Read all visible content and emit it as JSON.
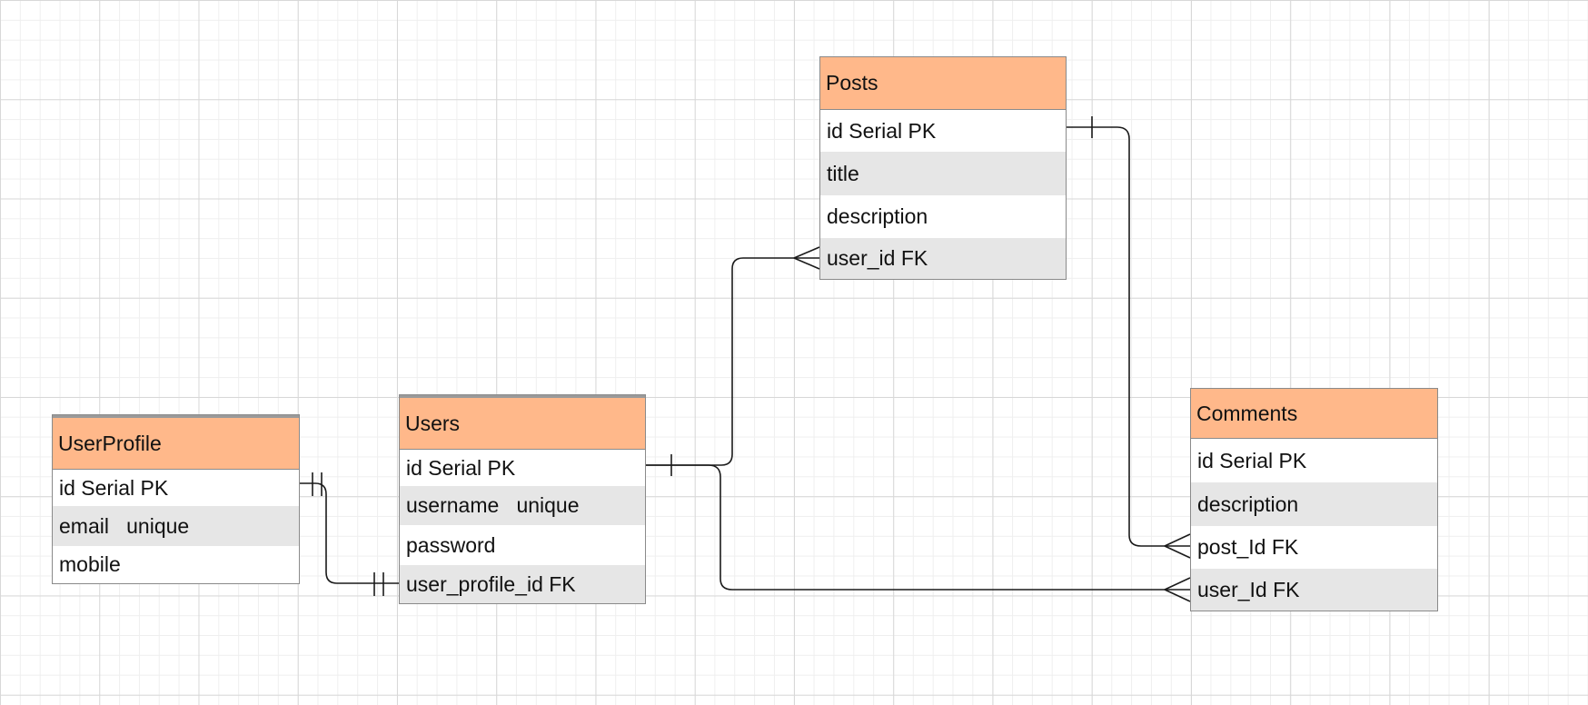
{
  "diagram": {
    "entities": {
      "posts": {
        "title": "Posts",
        "fields": [
          "id Serial PK",
          "title",
          "description",
          "user_id FK"
        ]
      },
      "users": {
        "title": "Users",
        "fields": [
          "id Serial PK",
          "username   unique",
          "password",
          "user_profile_id FK"
        ]
      },
      "user_profile": {
        "title": "UserProfile",
        "fields": [
          "id Serial PK",
          "email   unique",
          "mobile"
        ]
      },
      "comments": {
        "title": "Comments",
        "fields": [
          "id Serial PK",
          "description",
          "post_Id FK",
          "user_Id FK"
        ]
      }
    },
    "relationships": [
      {
        "from": "Users.id",
        "to": "Posts.user_id",
        "from_cardinality": "one",
        "to_cardinality": "many"
      },
      {
        "from": "Users.id",
        "to": "Comments.user_Id",
        "from_cardinality": "one",
        "to_cardinality": "many"
      },
      {
        "from": "Posts.id",
        "to": "Comments.post_Id",
        "from_cardinality": "one",
        "to_cardinality": "many"
      },
      {
        "from": "UserProfile.id",
        "to": "Users.user_profile_id",
        "from_cardinality": "one-and-only-one",
        "to_cardinality": "one-and-only-one"
      }
    ],
    "colors": {
      "header": "#ffb88a",
      "shaded_row": "#e6e6e6",
      "border": "#8a8a8a",
      "line": "#1a1a1a"
    }
  }
}
